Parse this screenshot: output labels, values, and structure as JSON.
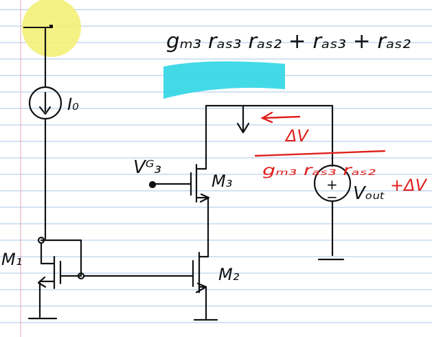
{
  "colors": {
    "paper": "#ffffff",
    "ruling": "#a9c4e6",
    "margin": "#e7a6b6",
    "ink": "#111111",
    "red_ink": "#e0201c",
    "highlight": "#2fd6e6",
    "cursor": "#f3f078"
  },
  "labels": {
    "top_expression": "gₘ₃ rₐₛ₃ rₐₛ₂ + rₐₛ₃ + rₐₛ₂",
    "current_source": "I₀",
    "vg3": "Vᴳ₃",
    "m3": "M₃",
    "m2": "M₂",
    "m1": "M₁",
    "source_sign": "+\n−",
    "vout": "Vₒᵤₜ",
    "vout_delta": "+ΔV",
    "red_numerator": "ΔV",
    "red_denominator": "gₘ₃ rₐₛ₃ rₐₛ₂"
  },
  "icons": {
    "cursor": "pen-cursor-icon",
    "current_arrow": "down-arrow-icon",
    "red_arrow": "left-arrow-icon"
  }
}
